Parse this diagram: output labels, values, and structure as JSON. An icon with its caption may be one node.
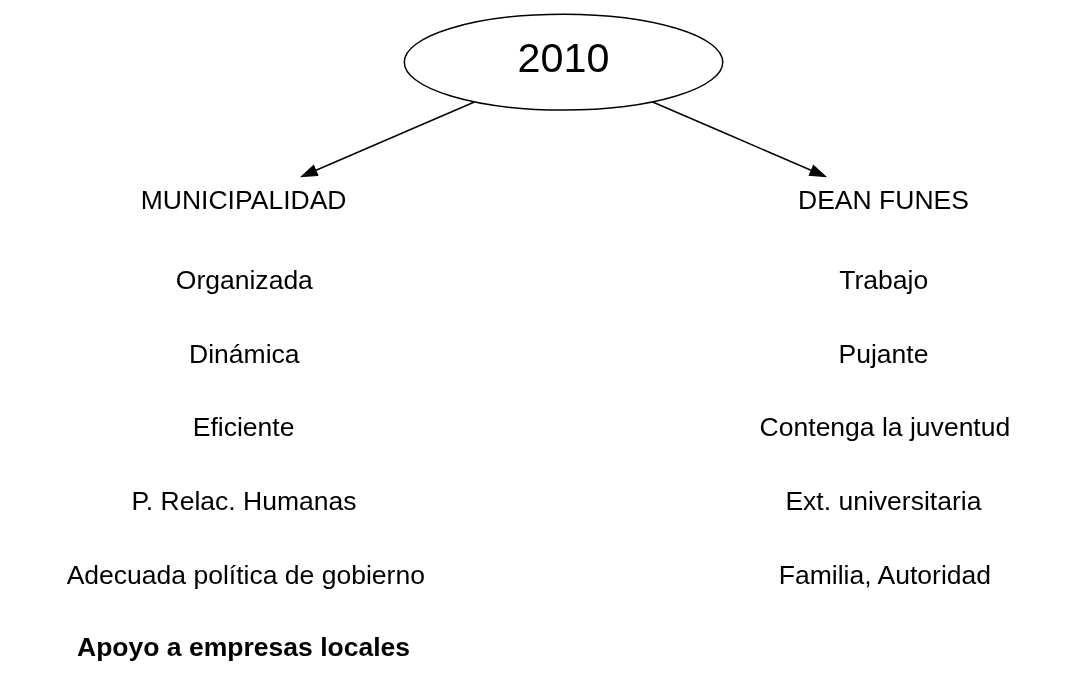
{
  "diagram": {
    "nodes": [
      {
        "text": [
          "2010"
        ]
      },
      {
        "text": [
          "MUNICIPALIDAD"
        ]
      },
      {
        "text": [
          "DEAN FUNES"
        ]
      }
    ],
    "edges": [
      {
        "from": 0,
        "to": 1,
        "arrow": "to"
      },
      {
        "from": 0,
        "to": 2,
        "arrow": "to"
      }
    ],
    "labels": [
      "Organizada",
      "Dinámica",
      "Eficiente",
      "P. Relac. Humanas",
      "Adecuada política de gobierno",
      "Apoyo a empresas locales",
      "Trabajo",
      "Pujante",
      "Contenga la juventud",
      "Ext. universitaria",
      "Familia, Autoridad"
    ]
  }
}
